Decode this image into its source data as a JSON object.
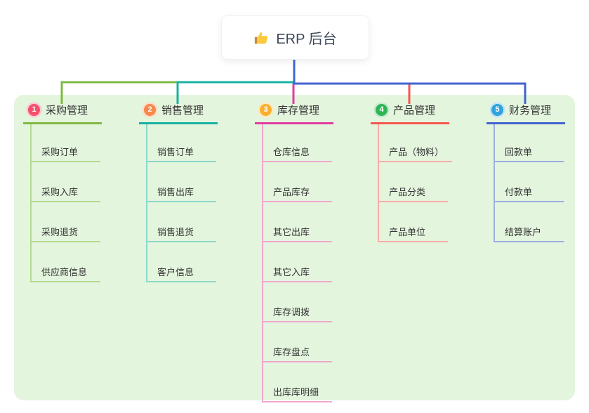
{
  "root": {
    "label": "ERP 后台",
    "icon": "thumbs-up"
  },
  "colors": {
    "panel_bg": "#e4f5de",
    "root_stem": "#4166d5",
    "text": "#333333"
  },
  "branches": [
    {
      "num": "1",
      "label": "采购管理",
      "badge": "#f4506c",
      "ring": "#fbc9d3",
      "line": "#7eba43",
      "child_line": "#b5d98f",
      "children": [
        "采购订单",
        "采购入库",
        "采购退货",
        "供应商信息"
      ]
    },
    {
      "num": "2",
      "label": "销售管理",
      "badge": "#f7884c",
      "ring": "#fddbc5",
      "line": "#19b1a2",
      "child_line": "#8cd7cb",
      "children": [
        "销售订单",
        "销售出库",
        "销售退货",
        "客户信息"
      ]
    },
    {
      "num": "3",
      "label": "库存管理",
      "badge": "#f9b02e",
      "ring": "#fde9c0",
      "line": "#e03da0",
      "child_line": "#f2a6ce",
      "children": [
        "仓库信息",
        "产品库存",
        "其它出库",
        "其它入库",
        "库存调拨",
        "库存盘点",
        "出库库明细"
      ]
    },
    {
      "num": "4",
      "label": "产品管理",
      "badge": "#2fb456",
      "ring": "#c3e9cf",
      "line": "#f6564e",
      "child_line": "#fbaba6",
      "children": [
        "产品（物料）",
        "产品分类",
        "产品单位"
      ]
    },
    {
      "num": "5",
      "label": "财务管理",
      "badge": "#2fa3da",
      "ring": "#c2e4f6",
      "line": "#4363cd",
      "child_line": "#9aaee3",
      "children": [
        "回款单",
        "付款单",
        "结算账户"
      ]
    }
  ]
}
